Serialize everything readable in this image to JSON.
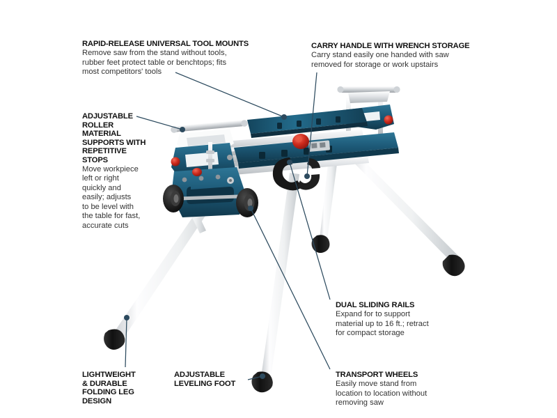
{
  "diagram": {
    "title": "Miter saw stand feature callout diagram",
    "product_name": "Folding miter saw stand",
    "palette": {
      "leader_line": "#2c4a5e",
      "leader_dot": "#2c4a5e",
      "casting_blue": "#1d5a78",
      "casting_blue_dark": "#14455d",
      "casting_blue_light": "#2a6f90",
      "knob_red": "#cc2a1c",
      "knob_red_dark": "#9e1c12",
      "rail_silver": "#e2e4e6",
      "rail_silver_dark": "#b9bdc1",
      "leg_white": "#f2f3f4",
      "leg_shadow": "#cfd3d6",
      "rubber_black": "#1a1a1a",
      "tire_black": "#242424",
      "heading_text": "#111111",
      "body_text": "#333333",
      "background": "#ffffff"
    },
    "callouts": [
      {
        "id": "tool-mounts",
        "heading": "RAPID-RELEASE UNIVERSAL TOOL MOUNTS",
        "body": "Remove saw from the stand without tools,\nrubber feet protect table or benchtops; fits\nmost competitors' tools"
      },
      {
        "id": "carry-handle",
        "heading": "CARRY HANDLE WITH WRENCH STORAGE",
        "body": "Carry stand easily one handed with saw\nremoved for storage or work upstairs"
      },
      {
        "id": "roller-supports",
        "heading": "ADJUSTABLE\nROLLER\nMATERIAL\nSUPPORTS WITH\nREPETITIVE\nSTOPS",
        "body": "Move workpiece\nleft or right\nquickly and\neasily; adjusts\nto be level with\nthe table for fast,\naccurate cuts"
      },
      {
        "id": "dual-sliding-rails",
        "heading": "DUAL SLIDING RAILS",
        "body": "Expand for to support\nmaterial up to 16 ft.; retract\nfor compact storage"
      },
      {
        "id": "transport-wheels",
        "heading": "TRANSPORT WHEELS",
        "body": "Easily move stand from\nlocation to location without\nremoving saw"
      },
      {
        "id": "lightweight-legs",
        "heading": "LIGHTWEIGHT\n& DURABLE\nFOLDING LEG\nDESIGN",
        "body": ""
      },
      {
        "id": "leveling-foot",
        "heading": "ADJUSTABLE\nLEVELING FOOT",
        "body": ""
      }
    ]
  }
}
